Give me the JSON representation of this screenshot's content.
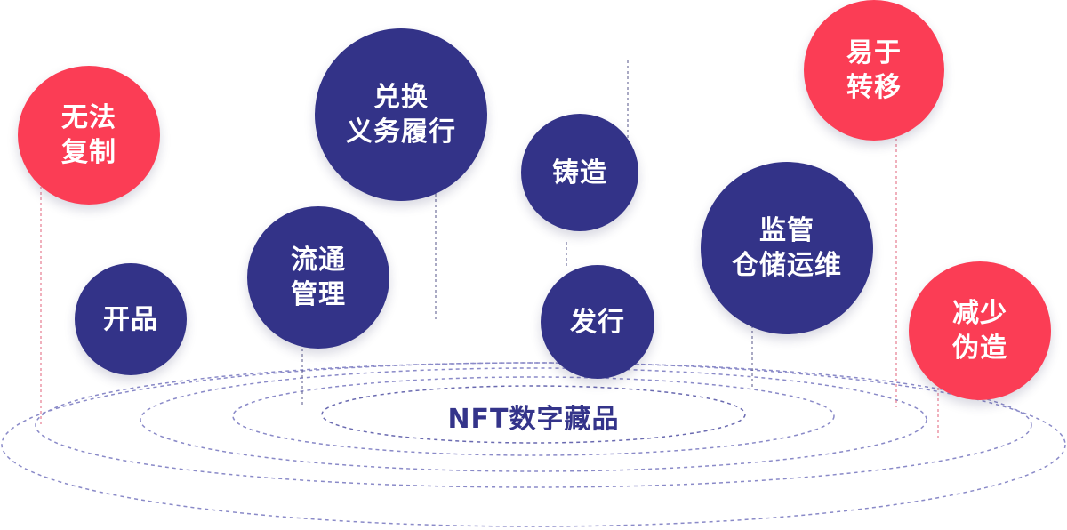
{
  "diagram": {
    "center_label": "NFT数字藏品",
    "colors": {
      "navy": "#333388",
      "red": "#fb3d55",
      "ring": "#8a8ac8"
    },
    "nodes": [
      {
        "id": "wufa-fuzhi",
        "label": "无法\n复制",
        "color": "red"
      },
      {
        "id": "kaipin",
        "label": "开品",
        "color": "navy"
      },
      {
        "id": "liutong-guanli",
        "label": "流通\n管理",
        "color": "navy"
      },
      {
        "id": "duihuan",
        "label": "兑换\n义务履行",
        "color": "navy"
      },
      {
        "id": "zhuzao",
        "label": "铸造",
        "color": "navy"
      },
      {
        "id": "faxing",
        "label": "发行",
        "color": "navy"
      },
      {
        "id": "jianguan",
        "label": "监管\n仓储运维",
        "color": "navy"
      },
      {
        "id": "yiyu-zhuanyi",
        "label": "易于\n转移",
        "color": "red"
      },
      {
        "id": "jianshao-weizao",
        "label": "减少\n伪造",
        "color": "red"
      }
    ]
  }
}
